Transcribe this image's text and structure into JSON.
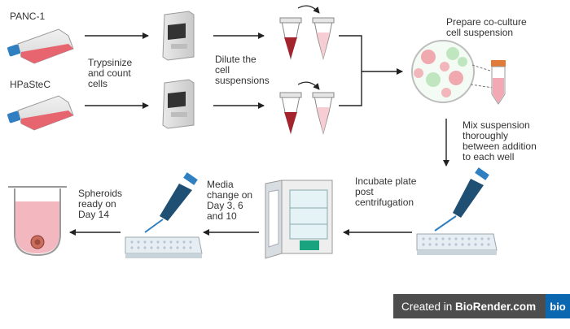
{
  "labels": {
    "panc1": "PANC-1",
    "hpastec": "HPaSteC",
    "trypsinize": [
      "Trypsinize",
      "and count",
      "cells"
    ],
    "dilute": [
      "Dilute the",
      "cell",
      "suspensions"
    ],
    "prepare": [
      "Prepare co-culture",
      "cell suspension"
    ],
    "mix": [
      "Mix suspension",
      "thoroughly",
      "between addition",
      "to each well"
    ],
    "incubate": [
      "Incubate plate",
      "post",
      "centrifugation"
    ],
    "media": [
      "Media",
      "change on",
      "Day 3, 6",
      "and 10"
    ],
    "spheroids": [
      "Spheroids",
      "ready on",
      "Day 14"
    ]
  },
  "badge": {
    "prefix": "Created in ",
    "brand": "BioRender.com",
    "logo": "bio"
  },
  "colors": {
    "flask_red": "#e7656f",
    "tube_dark_red": "#a4242e",
    "tube_light_pink": "#f6cdd2",
    "pipette_blue": "#1f4f73",
    "incubator_green": "#1aa37f",
    "arrow": "#222222"
  }
}
